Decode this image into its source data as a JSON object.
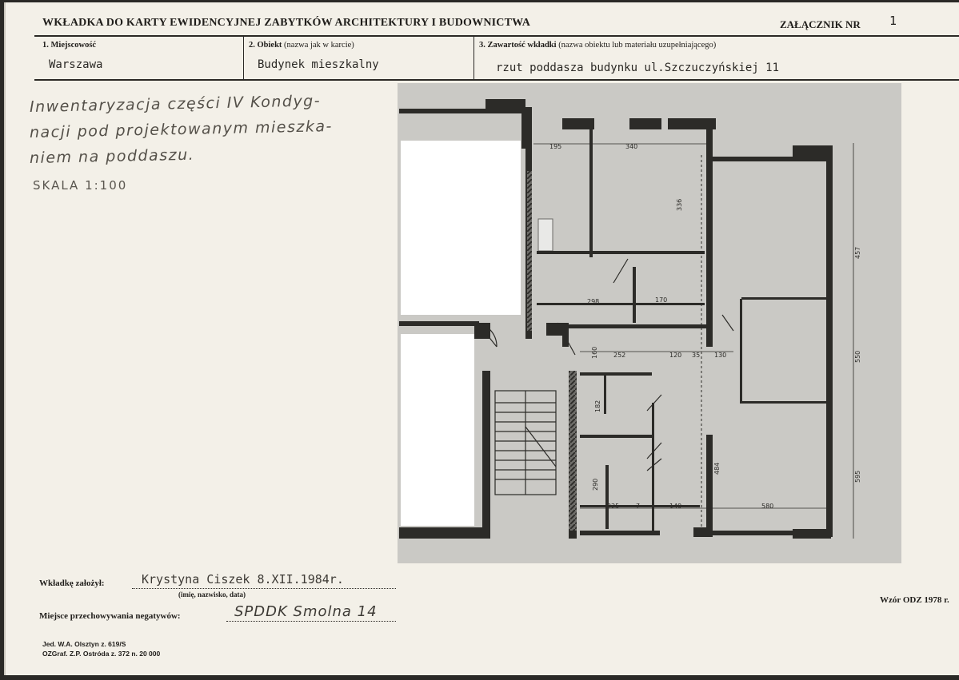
{
  "header": {
    "title": "WKŁADKA DO KARTY EWIDENCYJNEJ ZABYTKÓW ARCHITEKTURY I BUDOWNICTWA",
    "annex_label": "ZAŁĄCZNIK NR",
    "annex_number": "1"
  },
  "fields": {
    "locality_label": "1. Miejscowość",
    "locality_value": "Warszawa",
    "object_label": "2. Obiekt",
    "object_hint": "(nazwa jak w karcie)",
    "object_value": "Budynek mieszkalny",
    "content_label": "3. Zawartość wkładki",
    "content_hint": "(nazwa obiektu lub materiału uzupełniającego)",
    "content_value": "rzut poddasza budynku ul.Szczuczyńskiej 11"
  },
  "notes": {
    "line1": "Inwentaryzacja części IV Kondyg-",
    "line2": "nacji pod projektowanym mieszka-",
    "line3": "niem na poddaszu.",
    "scale": "SKALA 1:100"
  },
  "plan": {
    "dims": {
      "d195": "195",
      "d340": "340",
      "d336": "336",
      "d457": "457",
      "d298": "298",
      "d170": "170",
      "d160": "160",
      "d252": "252",
      "d120": "120",
      "d35": "35",
      "d130": "130",
      "d550": "550",
      "d182": "182",
      "d484": "484",
      "d595": "595",
      "d290": "290",
      "d225": "225",
      "d7": "7",
      "d149": "149",
      "d580": "580"
    }
  },
  "footer": {
    "founded_label": "Wkładkę założył:",
    "founded_value": "Krystyna Ciszek 8.XII.1984r.",
    "founded_hint": "(imię, nazwisko, data)",
    "negatives_label": "Miejsce przechowywania negatywów:",
    "negatives_value": "SPDDK Smolna 14",
    "model": "Wzór ODZ 1978 r.",
    "printer1": "Jed. W.A. Olsztyn z. 619/S",
    "printer2": "OZGraf. Z.P. Ostróda z. 372 n. 20 000"
  }
}
